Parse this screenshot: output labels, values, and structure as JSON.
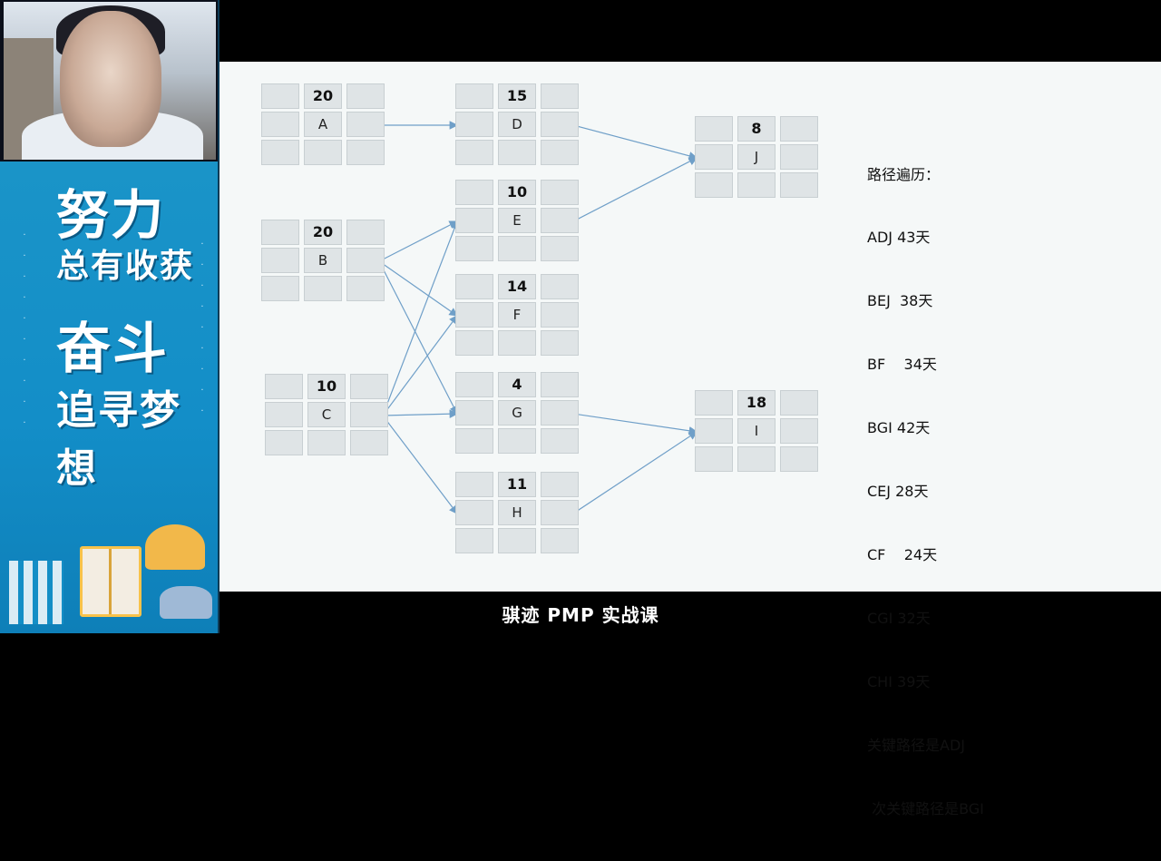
{
  "banner": {
    "slogan_1": "努力",
    "slogan_2": "总有收获",
    "slogan_3": "奋斗",
    "slogan_4": "追寻梦想"
  },
  "diagram": {
    "nodes": [
      {
        "id": "A",
        "duration": "20",
        "label": "A"
      },
      {
        "id": "B",
        "duration": "20",
        "label": "B"
      },
      {
        "id": "C",
        "duration": "10",
        "label": "C"
      },
      {
        "id": "D",
        "duration": "15",
        "label": "D"
      },
      {
        "id": "E",
        "duration": "10",
        "label": "E"
      },
      {
        "id": "F",
        "duration": "14",
        "label": "F"
      },
      {
        "id": "G",
        "duration": "4",
        "label": "G"
      },
      {
        "id": "H",
        "duration": "11",
        "label": "H"
      },
      {
        "id": "J",
        "duration": "8",
        "label": "J"
      },
      {
        "id": "I",
        "duration": "18",
        "label": "I"
      }
    ],
    "edges": [
      [
        "A",
        "D"
      ],
      [
        "B",
        "E"
      ],
      [
        "B",
        "F"
      ],
      [
        "B",
        "G"
      ],
      [
        "C",
        "E"
      ],
      [
        "C",
        "F"
      ],
      [
        "C",
        "G"
      ],
      [
        "C",
        "H"
      ],
      [
        "D",
        "J"
      ],
      [
        "E",
        "J"
      ],
      [
        "G",
        "I"
      ],
      [
        "H",
        "I"
      ]
    ]
  },
  "analysis": {
    "title": "路径遍历：",
    "paths": [
      "ADJ 43天",
      "BEJ  38天",
      "BF    34天",
      "BGI 42天",
      "CEJ 28天",
      "CF    24天",
      "CGI 32天",
      "CHI 39天"
    ],
    "critical": "关键路径是ADJ",
    "sub_critical": " 次关键路径是BGI"
  },
  "caption": "骐迹 PMP 实战课",
  "colors": {
    "arrow": "#6f9fc8",
    "banner": "#1a94c8",
    "cell": "#dfe4e6"
  }
}
